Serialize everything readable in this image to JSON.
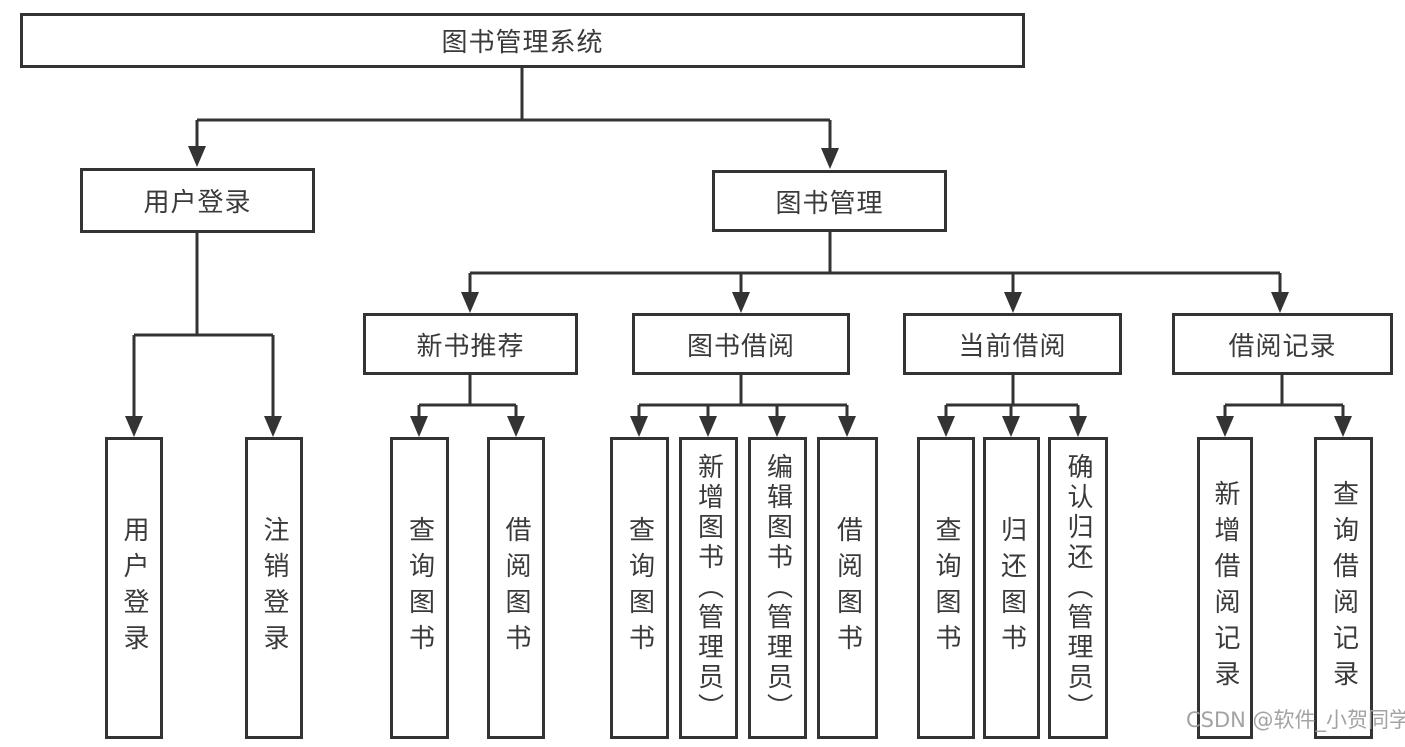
{
  "diagram": {
    "root": {
      "label": "图书管理系统",
      "children": [
        {
          "label": "用户登录",
          "children": [
            {
              "label": "用户登录"
            },
            {
              "label": "注销登录"
            }
          ]
        },
        {
          "label": "图书管理",
          "children": [
            {
              "label": "新书推荐",
              "children": [
                {
                  "label": "查询图书"
                },
                {
                  "label": "借阅图书"
                }
              ]
            },
            {
              "label": "图书借阅",
              "children": [
                {
                  "label": "查询图书"
                },
                {
                  "label": "新增图书（管理员）"
                },
                {
                  "label": "编辑图书（管理员）"
                },
                {
                  "label": "借阅图书"
                }
              ]
            },
            {
              "label": "当前借阅",
              "children": [
                {
                  "label": "查询图书"
                },
                {
                  "label": "归还图书"
                },
                {
                  "label": "确认归还（管理员）"
                }
              ]
            },
            {
              "label": "借阅记录",
              "children": [
                {
                  "label": "新增借阅记录"
                },
                {
                  "label": "查询借阅记录"
                }
              ]
            }
          ]
        }
      ]
    },
    "line_color": "#333333",
    "watermark": "CSDN @软件_小贺同学"
  }
}
